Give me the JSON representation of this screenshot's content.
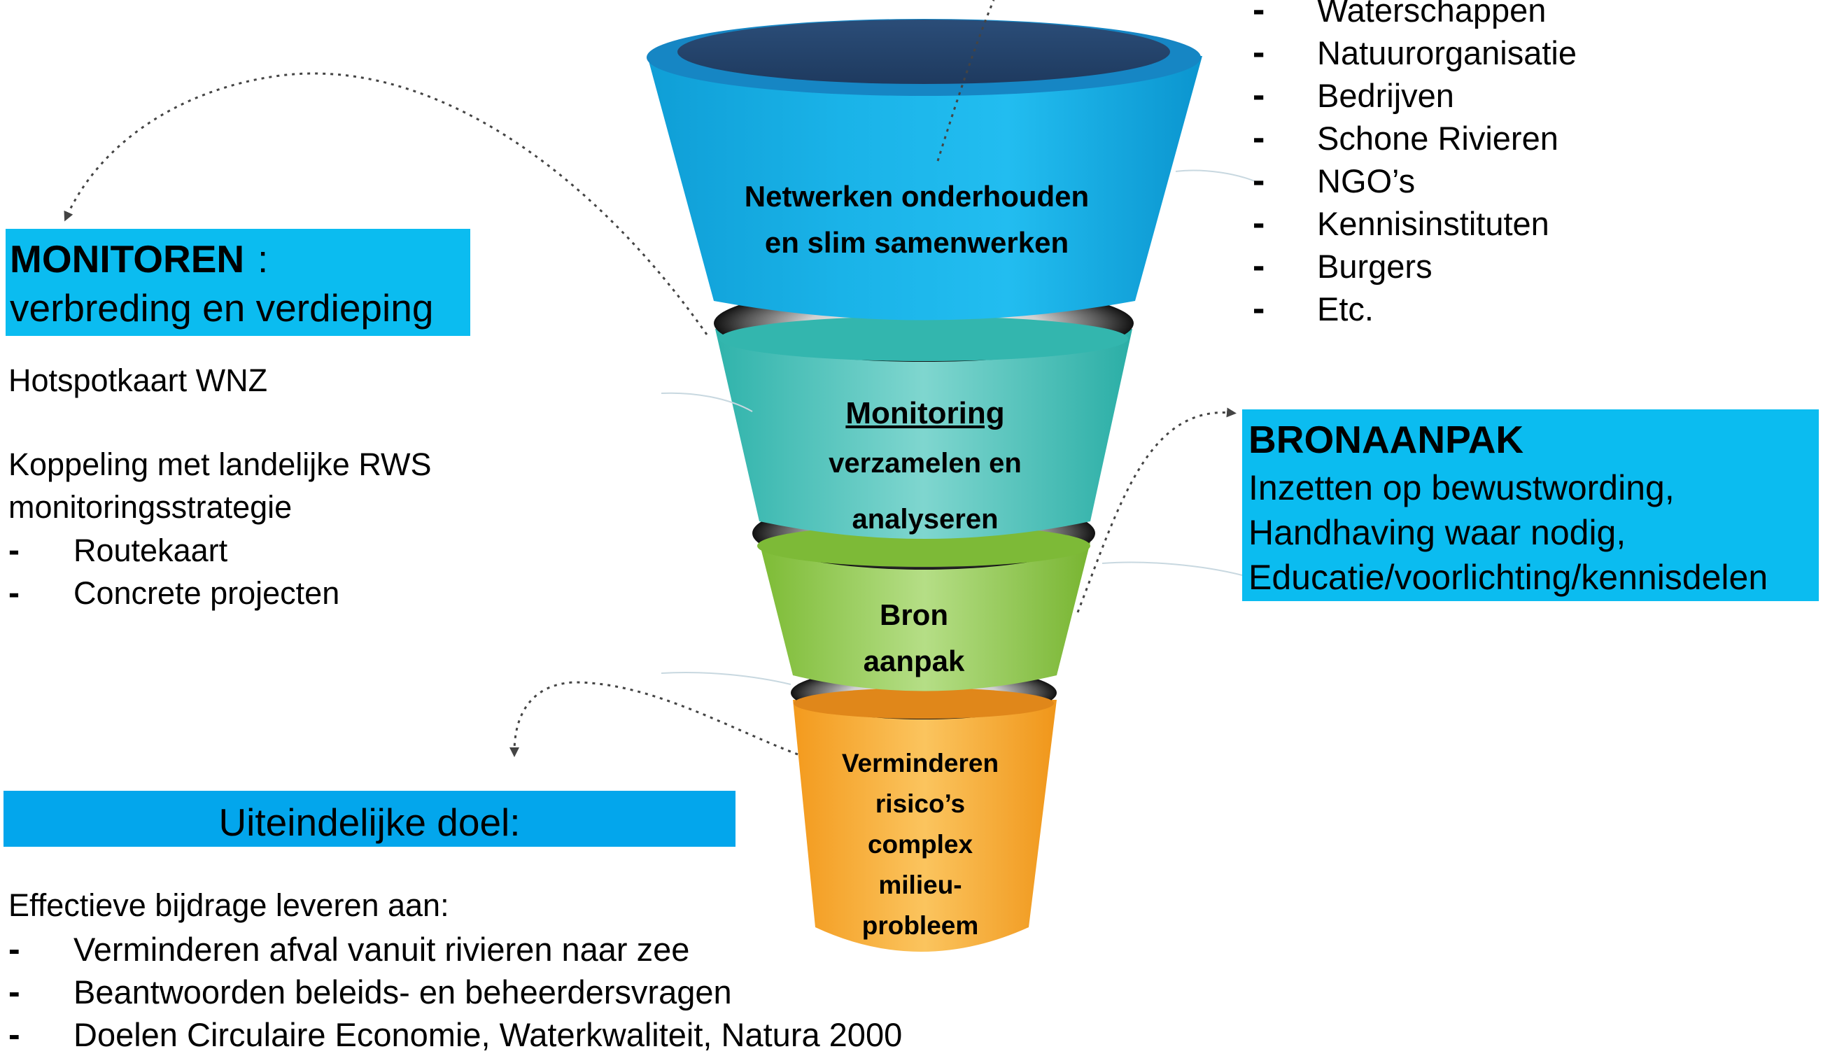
{
  "stakeholders": {
    "items": [
      "Waterschappen",
      "Natuurorganisatie",
      "Bedrijven",
      "Schone Rivieren",
      "NGO’s",
      "Kennisinstituten",
      "Burgers",
      "Etc."
    ]
  },
  "funnel": {
    "netwerken": [
      "Netwerken onderhouden",
      "en slim samenwerken"
    ],
    "monitoring_title": "Monitoring",
    "monitoring_sub": [
      "verzamelen en",
      "analyseren"
    ],
    "bron": [
      "Bron",
      "aanpak"
    ],
    "verminderen": [
      "Verminderen",
      "risico’s",
      "complex",
      "milieu-",
      "probleem"
    ]
  },
  "monitoren": {
    "title": "MONITOREN",
    "colon": ":",
    "subtitle": "verbreding en verdieping",
    "hotspot": "Hotspotkaart WNZ",
    "koppeling": [
      "Koppeling met landelijke RWS",
      "monitoringsstrategie"
    ],
    "items": [
      "Routekaart",
      "Concrete projecten"
    ]
  },
  "bronaanpak": {
    "title": "BRONAANPAK",
    "lines": [
      "Inzetten op bewustwording,",
      "Handhaving waar nodig,",
      "Educatie/voorlichting/kennisdelen"
    ]
  },
  "doel": {
    "title": "Uiteindelijke doel:",
    "intro": "Effectieve bijdrage leveren aan:",
    "items": [
      "Verminderen afval vanuit rivieren naar zee",
      "Beantwoorden beleids- en beheerdersvragen",
      "Doelen Circulaire Economie, Waterkwaliteit, Natura 2000"
    ]
  },
  "colors": {
    "tier1": "#15aee4",
    "tier1_top": "#24446b",
    "tier2": "#3cbfb8",
    "tier3": "#8dc63f",
    "tier4": "#f9a62b",
    "box_blue": "#0bbcf0",
    "doel_blue": "#03a6ec"
  }
}
